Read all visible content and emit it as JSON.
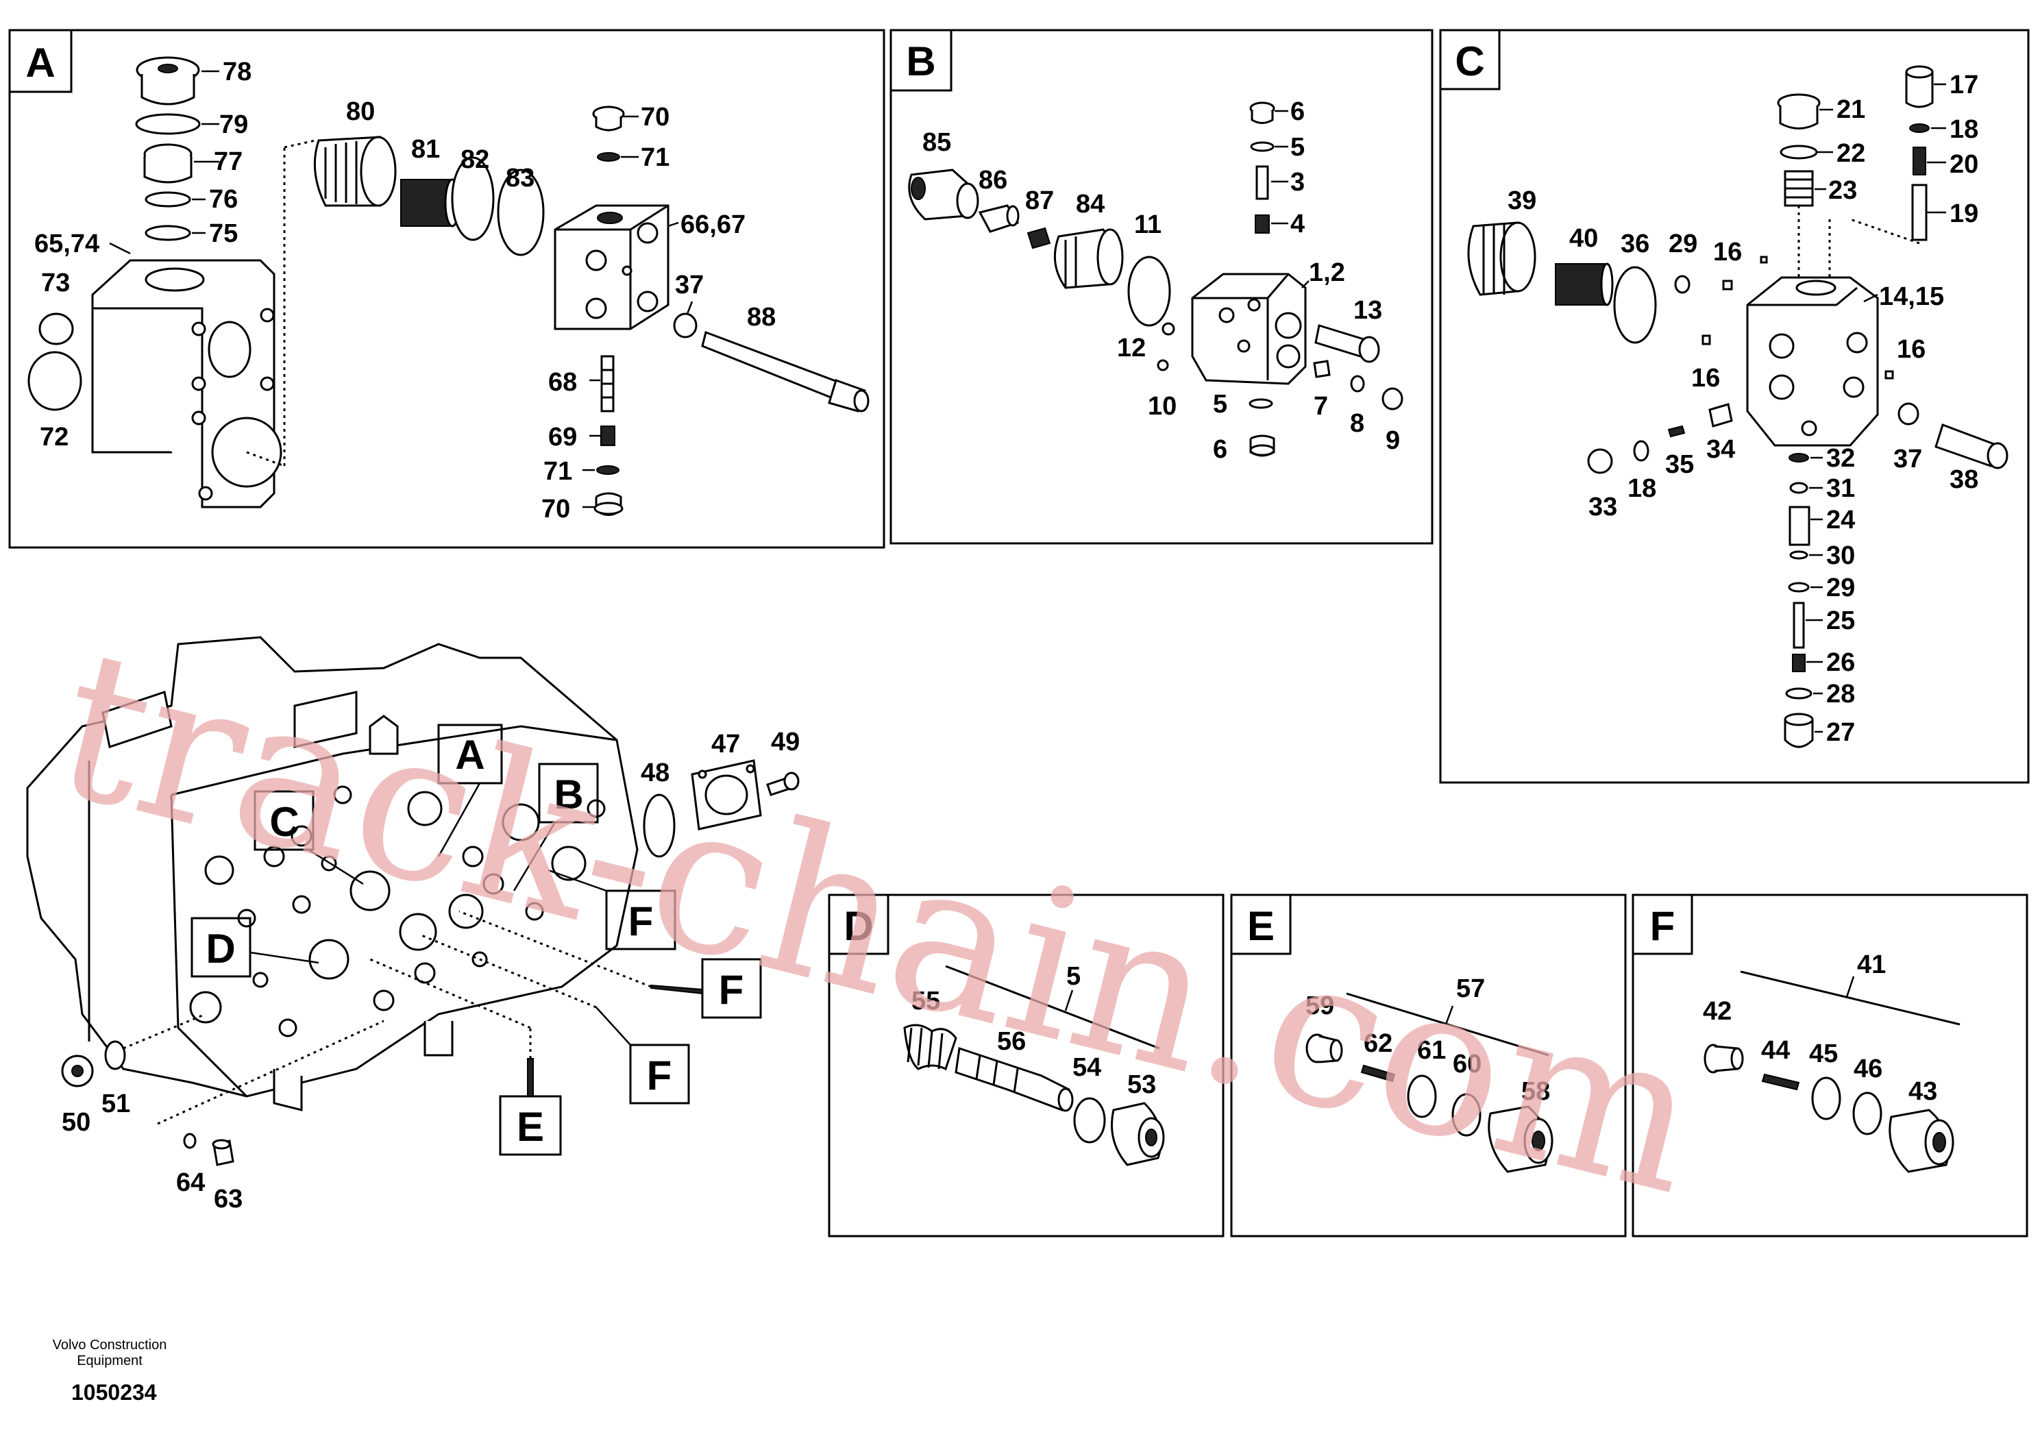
{
  "footer": {
    "company": "Volvo Construction Equipment",
    "drawing_number": "1050234"
  },
  "watermark": "track-chain.com",
  "sections": {
    "A": {
      "title": "A",
      "labels": [
        "78",
        "79",
        "77",
        "76",
        "75",
        "65,74",
        "73",
        "72",
        "80",
        "81",
        "82",
        "83",
        "70",
        "71",
        "66,67",
        "37",
        "88",
        "68",
        "69",
        "71",
        "70"
      ]
    },
    "B": {
      "title": "B",
      "labels": [
        "85",
        "86",
        "87",
        "84",
        "11",
        "6",
        "5",
        "3",
        "4",
        "1,2",
        "13",
        "12",
        "10",
        "5",
        "6",
        "7",
        "8",
        "9"
      ]
    },
    "C": {
      "title": "C",
      "labels": [
        "21",
        "22",
        "23",
        "17",
        "18",
        "20",
        "19",
        "39",
        "40",
        "36",
        "29",
        "16",
        "14,15",
        "16",
        "16",
        "33",
        "18",
        "35",
        "34",
        "37",
        "38",
        "32",
        "31",
        "24",
        "30",
        "29",
        "25",
        "26",
        "28",
        "27"
      ]
    },
    "D": {
      "title": "D",
      "labels": [
        "5",
        "55",
        "56",
        "54",
        "53"
      ]
    },
    "E": {
      "title": "E",
      "labels": [
        "57",
        "59",
        "62",
        "61",
        "60",
        "58"
      ]
    },
    "F": {
      "title": "F",
      "labels": [
        "41",
        "42",
        "44",
        "45",
        "46",
        "43"
      ]
    },
    "main": {
      "callouts": [
        "A",
        "B",
        "C",
        "D",
        "E",
        "F",
        "F",
        "F"
      ],
      "labels": [
        "47",
        "49",
        "48",
        "50",
        "51",
        "64",
        "63"
      ]
    }
  },
  "colors": {
    "line": "#000000",
    "watermark": "#e9a9a9"
  }
}
